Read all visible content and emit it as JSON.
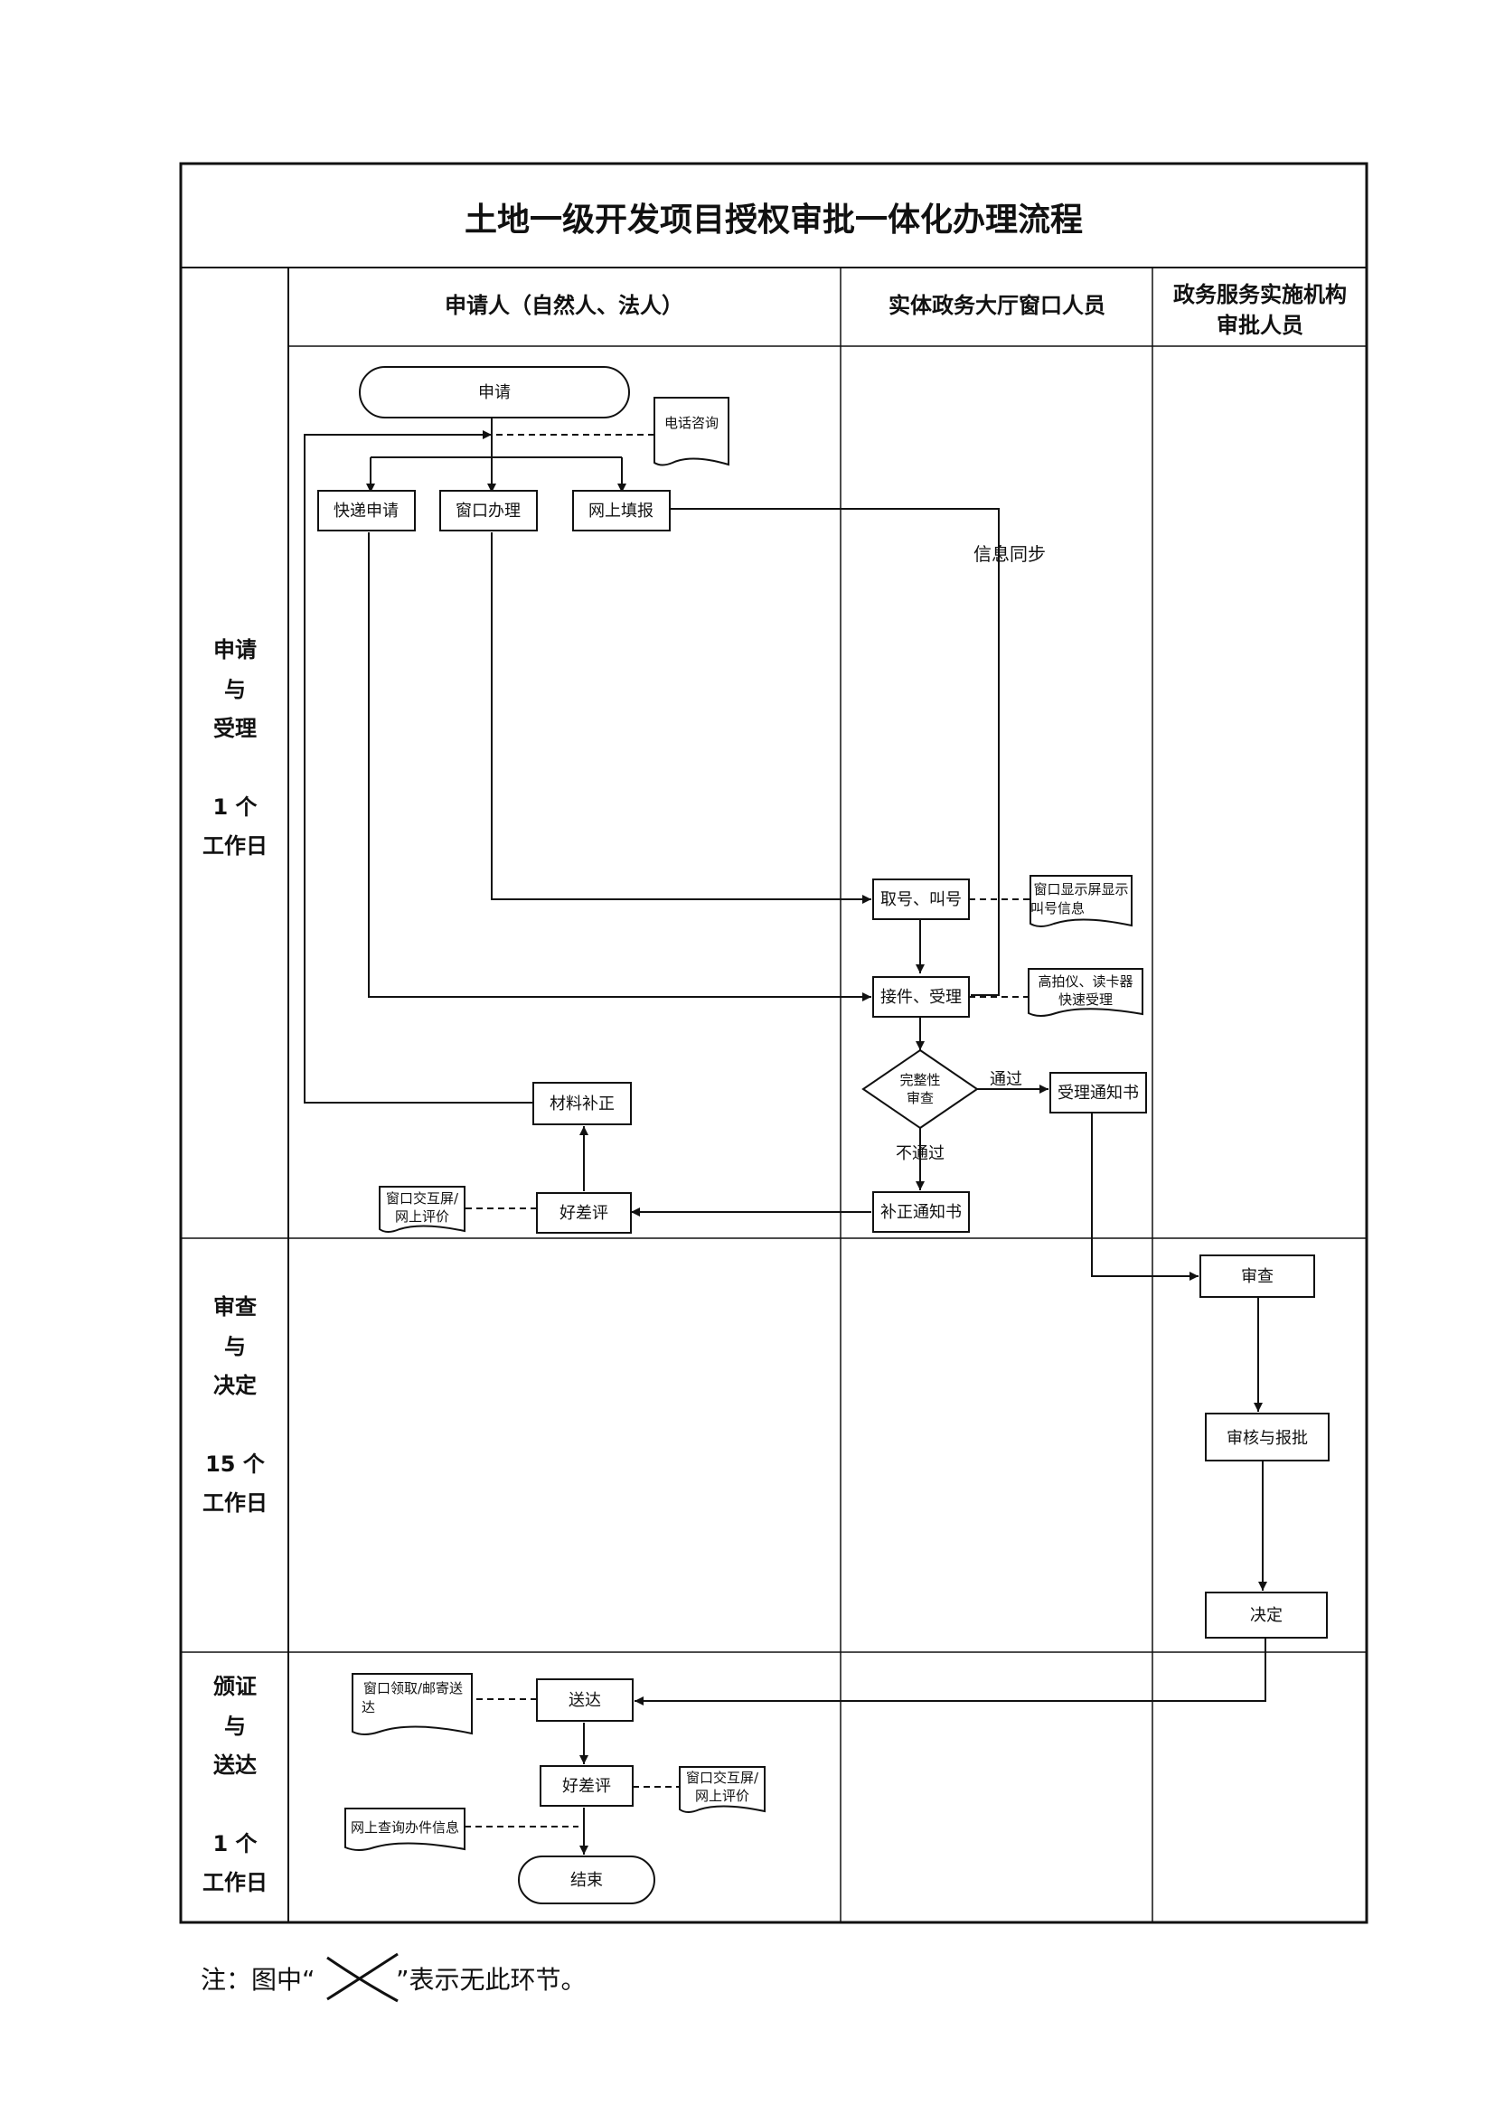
{
  "title": "土地一级开发项目授权审批一体化办理流程",
  "columns": {
    "applicant": "申请人（自然人、法人）",
    "window": "实体政务大厅窗口人员",
    "approver_line1": "政务服务实施机构",
    "approver_line2": "审批人员"
  },
  "phases": [
    {
      "line1": "申请",
      "line2": "与",
      "line3": "受理",
      "days": "1 个",
      "unit": "工作日"
    },
    {
      "line1": "审查",
      "line2": "与",
      "line3": "决定",
      "days": "15 个",
      "unit": "工作日"
    },
    {
      "line1": "颁证",
      "line2": "与",
      "line3": "送达",
      "days": "1 个",
      "unit": "工作日"
    }
  ],
  "nodes": {
    "apply": "申请",
    "phone_consult": "电话咨询",
    "express_apply": "快递申请",
    "window_handle": "窗口办理",
    "online_fill": "网上填报",
    "info_sync": "信息同步",
    "take_number": "取号、叫号",
    "screen_note_1": "窗口显示屏显示",
    "screen_note_2": "叫号信息",
    "receive": "接件、受理",
    "camera_note_1": "高拍仪、读卡器",
    "camera_note_2": "快速受理",
    "check_1": "完整性",
    "check_2": "审查",
    "pass": "通过",
    "accept_notice": "受理通知书",
    "fail": "不通过",
    "supplement_notice": "补正通知书",
    "material_supplement": "材料补正",
    "rating_1": "好差评",
    "eval_note_1a": "窗口交互屏/",
    "eval_note_1b": "网上评价",
    "review": "审查",
    "audit_report": "审核与报批",
    "decision": "决定",
    "delivery": "送达",
    "pickup_note_1": "窗口领取/邮寄送",
    "pickup_note_2": "达",
    "rating_2": "好差评",
    "eval_note_2a": "窗口交互屏/",
    "eval_note_2b": "网上评价",
    "query_note": "网上查询办件信息",
    "end": "结束"
  },
  "footnote": {
    "prefix": "注：图中“",
    "suffix": "”表示无此环节。"
  }
}
